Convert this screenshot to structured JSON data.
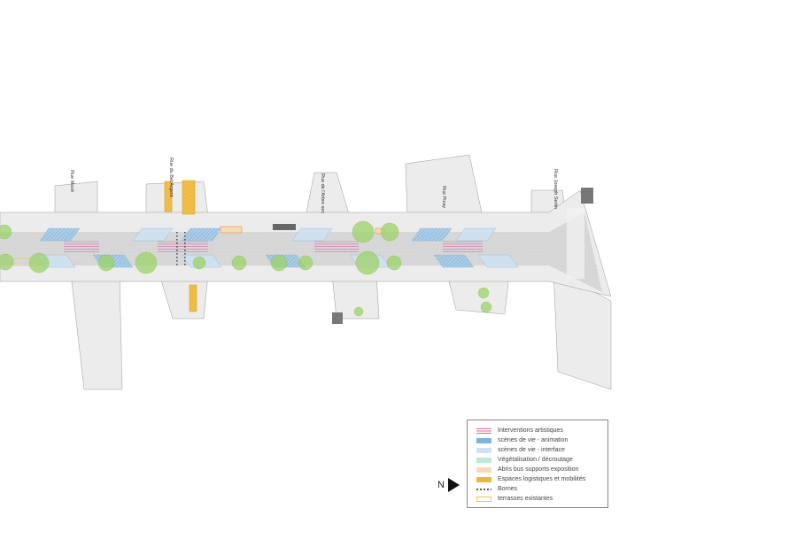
{
  "streets": {
    "rue_1": "Rue Mozé",
    "rue_2": "Rue du Bel Argent",
    "rue_3": "Rue de l'Arbre sec",
    "rue_4": "Rue Pizay",
    "rue_5": "Rue Joseph Serlin"
  },
  "north": {
    "label": "N"
  },
  "legend": {
    "items": [
      {
        "label": "Interventions artistiques",
        "color": "#d46aa8",
        "style": "lines"
      },
      {
        "label": "scènes de vie - animation",
        "color": "#7fb2dc",
        "style": "fill"
      },
      {
        "label": "scènes de vie - interface",
        "color": "#cfe2f1",
        "style": "fill"
      },
      {
        "label": "Végétalisation / décroutage",
        "color": "#bfe8d8",
        "style": "fill"
      },
      {
        "label": "Abris bus supports exposition",
        "color": "#f6d9b8",
        "style": "fill"
      },
      {
        "label": "Espaces logistiques et mobilités",
        "color": "#f0b83a",
        "style": "fill"
      },
      {
        "label": "Bornes",
        "color": "#555555",
        "style": "dots"
      },
      {
        "label": "terrasses existantes",
        "color": "#e8c94a",
        "style": "outline"
      }
    ]
  },
  "colors": {
    "sidewalk": "#ececec",
    "roadway": "#d6d6d6",
    "tree": "#9ed36a",
    "building_dark": "#777777"
  }
}
